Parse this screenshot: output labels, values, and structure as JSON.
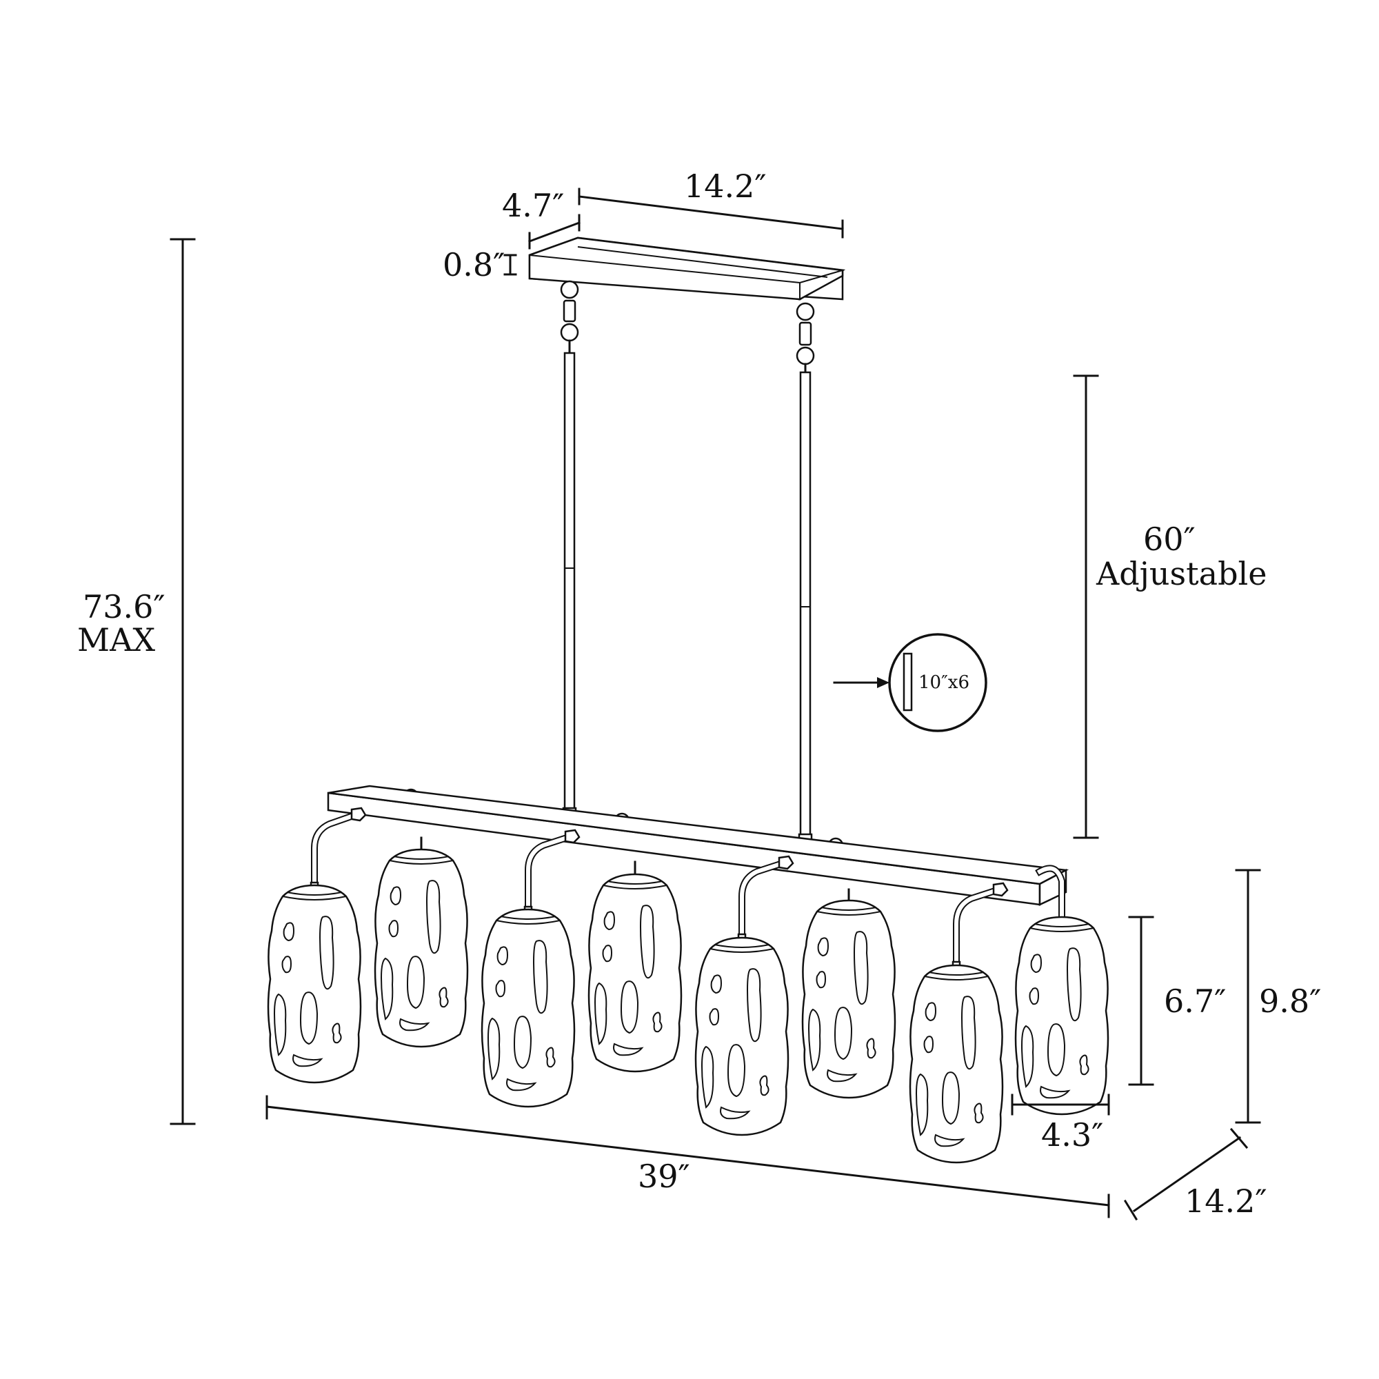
{
  "dimensions": {
    "total_height": "73.6″",
    "total_height_note": "MAX",
    "canopy_depth": "4.7″",
    "canopy_length": "14.2″",
    "canopy_height": "0.8″",
    "adjustable_length": "60″",
    "adjustable_note": "Adjustable",
    "rod_detail": "10″x6",
    "overall_length": "39″",
    "overall_width": "14.2″",
    "shade_height": "6.7″",
    "fixture_height": "9.8″",
    "shade_width": "4.3″"
  },
  "shades": {
    "count": 8
  }
}
